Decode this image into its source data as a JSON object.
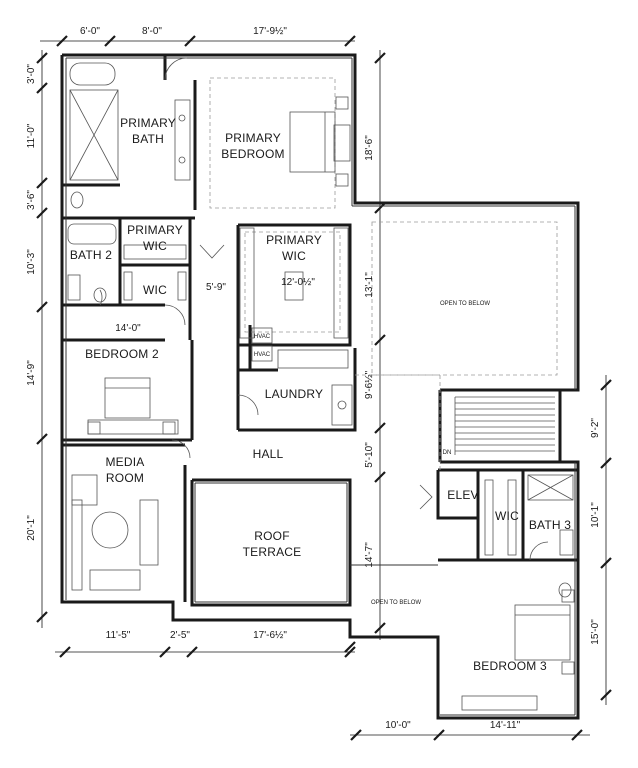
{
  "rooms": {
    "primary_bath": [
      "PRIMARY",
      "BATH"
    ],
    "primary_bedroom": [
      "PRIMARY",
      "BEDROOM"
    ],
    "primary_wic_small": [
      "PRIMARY",
      "WIC"
    ],
    "bath2": "BATH 2",
    "wic": "WIC",
    "primary_wic_large": [
      "PRIMARY",
      "WIC"
    ],
    "hvac_1": "HVAC",
    "hvac_2": "HVAC",
    "laundry": "LAUNDRY",
    "bedroom2": "BEDROOM 2",
    "hall": "HALL",
    "media_room": [
      "MEDIA",
      "ROOM"
    ],
    "roof_terrace": [
      "ROOF",
      "TERRACE"
    ],
    "elev": "ELEV",
    "wic2": "WIC",
    "bath3": "BATH 3",
    "bedroom3": "BEDROOM 3"
  },
  "notes": {
    "open_to_below_1": "OPEN TO BELOW",
    "open_to_below_2": "OPEN TO BELOW",
    "stair_dn": "DN"
  },
  "dimensions": {
    "top_1": "6'-0\"",
    "top_2": "8'-0\"",
    "top_3": "17'-9½\"",
    "left_1": "3'-0\"",
    "left_2": "11'-0\"",
    "left_3": "3'-6\"",
    "left_4": "10'-3\"",
    "left_5": "14'-9\"",
    "left_6": "20'-1\"",
    "inner_14_0": "14'-0\"",
    "inner_5_9": "5'-9\"",
    "inner_12_0": "12'-0½\"",
    "mid_18_6": "18'-6\"",
    "mid_13_1": "13'-1\"",
    "mid_9_6": "9'-6½\"",
    "mid_5_10": "5'-10\"",
    "mid_14_7": "14'-7\"",
    "right_9_2": "9'-2\"",
    "right_10_1": "10'-1\"",
    "right_15_0": "15'-0\"",
    "bottom_1": "11'-5\"",
    "bottom_2": "2'-5\"",
    "bottom_3": "17'-6½\"",
    "bottom_4": "10'-0\"",
    "bottom_5": "14'-11\""
  }
}
